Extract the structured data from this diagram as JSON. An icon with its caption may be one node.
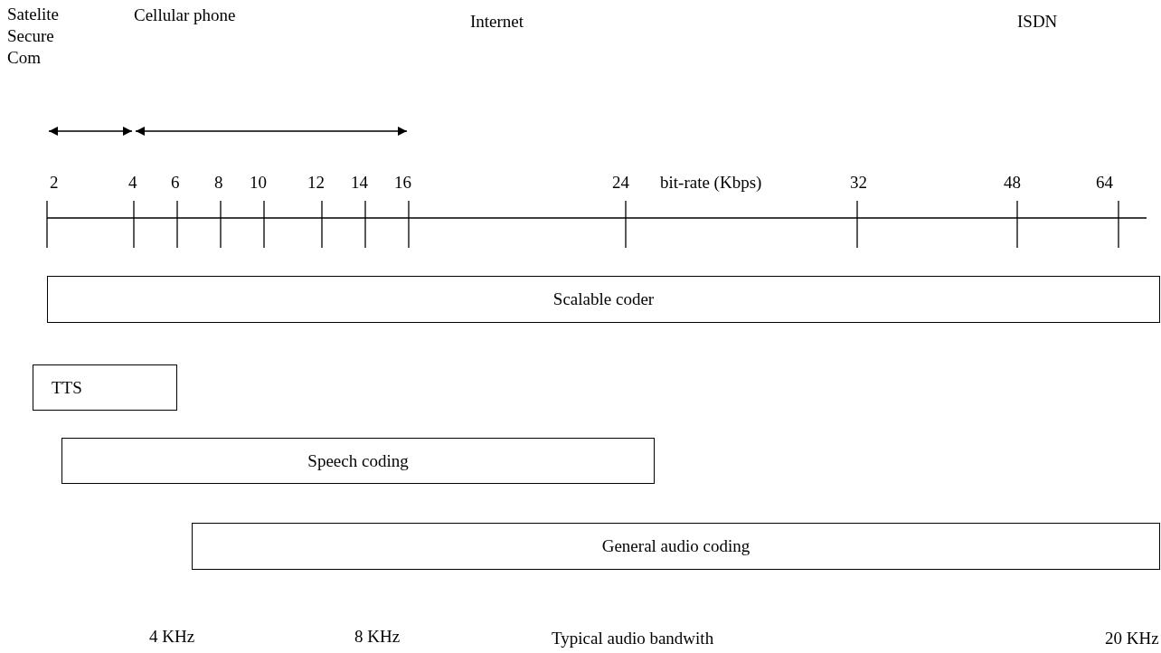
{
  "diagram": {
    "nodes": [
      {
        "text": [
          "Scalable coder"
        ]
      },
      {
        "text": [
          "TTS"
        ]
      },
      {
        "text": [
          "Speech coding"
        ]
      },
      {
        "text": [
          "General audio coding"
        ]
      }
    ],
    "labels": [
      "Satelite Secure Com",
      "Cellular phone",
      "Internet",
      "ISDN",
      "2",
      "4",
      "6",
      "8",
      "10",
      "12",
      "14",
      "16",
      "24",
      "bit-rate (Kbps)",
      "32",
      "48",
      "64",
      "4 KHz",
      "8 KHz",
      "Typical audio bandwith",
      "20 KHz"
    ]
  }
}
